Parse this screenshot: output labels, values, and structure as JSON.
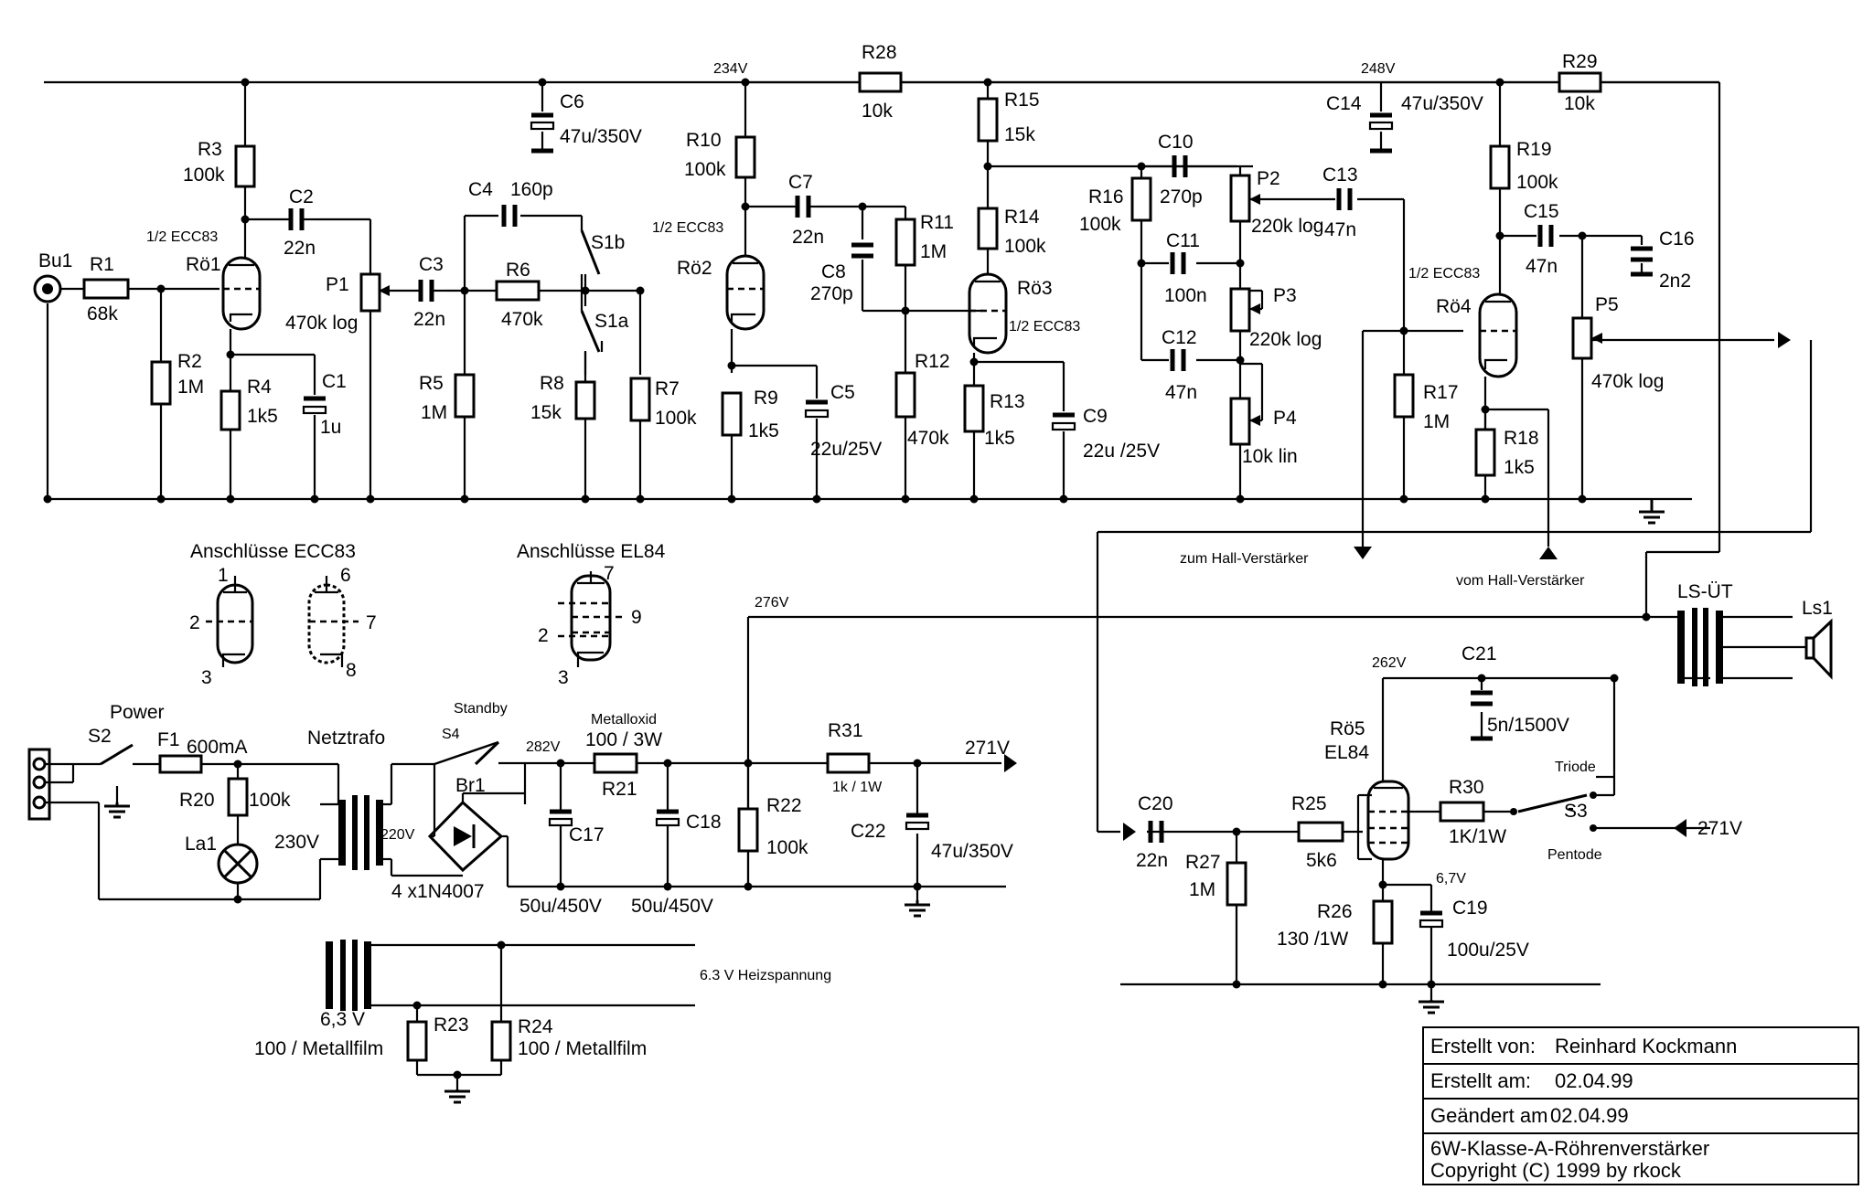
{
  "title_block": {
    "created_by_label": "Erstellt von:",
    "created_by_value": "Reinhard Kockmann",
    "created_on_label": "Erstellt am:",
    "created_on_value": "02.04.99",
    "changed_label": "Geändert am",
    "changed_value": "02.04.99",
    "project_line1": "6W-Klasse-A-Röhrenverstärker",
    "project_line2": "Copyright (C) 1999 by rkock"
  },
  "voltages": {
    "v234": "234V",
    "v248": "248V",
    "v276": "276V",
    "v282": "282V",
    "v271a": "271V",
    "v271b": "271V",
    "v262": "262V",
    "v67": "6,7V",
    "v220": "220V",
    "v230": "230V",
    "v63": "6,3 V"
  },
  "notes": {
    "to_reverb": "zum Hall-Verstärker",
    "from_reverb": "vom Hall-Verstärker",
    "heater": "6.3 V Heizspannung",
    "pins_ecc83": "Anschlüsse ECC83",
    "pins_el84": "Anschlüsse EL84",
    "ecc_p1": "1",
    "ecc_p2": "2",
    "ecc_p3": "3",
    "ecc_p6": "6",
    "ecc_p7": "7",
    "ecc_p8": "8",
    "el_p7": "7",
    "el_p2": "2",
    "el_p9": "9",
    "el_p3": "3"
  },
  "labels": {
    "bu1": "Bu1",
    "r1": "R1",
    "r1v": "68k",
    "r2": "R2",
    "r2v": "1M",
    "r3": "R3",
    "r3v": "100k",
    "r4": "R4",
    "r4v": "1k5",
    "c1": "C1",
    "c1v": "1u",
    "c2": "C2",
    "c2v": "22n",
    "ro1": "Rö1",
    "ecc1": "1/2 ECC83",
    "p1": "P1",
    "p1v": "470k log",
    "c3": "C3",
    "c3v": "22n",
    "c4": "C4",
    "c4v": "160p",
    "r5": "R5",
    "r5v": "1M",
    "r6": "R6",
    "r6v": "470k",
    "s1b": "S1b",
    "s1a": "S1a",
    "r8": "R8",
    "r8v": "15k",
    "r7": "R7",
    "r7v": "100k",
    "c6": "C6",
    "c6v": "47u/350V",
    "r10": "R10",
    "r10v": "100k",
    "ecc2": "1/2 ECC83",
    "ro2": "Rö2",
    "c7": "C7",
    "c7v": "22n",
    "c8": "C8",
    "c8v": "270p",
    "r9": "R9",
    "r9v": "1k5",
    "c5": "C5",
    "c5v": "22u/25V",
    "r28": "R28",
    "r28v": "10k",
    "r11": "R11",
    "r11v": "1M",
    "r12": "R12",
    "r12v": "470k",
    "r15": "R15",
    "r15v": "15k",
    "r14": "R14",
    "r14v": "100k",
    "ro3": "Rö3",
    "ecc3": "1/2 ECC83",
    "r13": "R13",
    "r13v": "1k5",
    "c9": "C9",
    "c9v": "22u /25V",
    "r16": "R16",
    "r16v": "100k",
    "c10": "C10",
    "c10v": "270p",
    "c11": "C11",
    "c11v": "100n",
    "c12": "C12",
    "c12v": "47n",
    "p2": "P2",
    "p2v": "220k log",
    "p3": "P3",
    "p3v": "220k log",
    "p4": "P4",
    "p4v": "10k lin",
    "c13": "C13",
    "c13v": "47n",
    "c14": "C14",
    "c14v": "47u/350V",
    "r29": "R29",
    "r29v": "10k",
    "r19": "R19",
    "r19v": "100k",
    "c15": "C15",
    "c15v": "47n",
    "c16": "C16",
    "c16v": "2n2",
    "ecc4": "1/2 ECC83",
    "ro4": "Rö4",
    "p5": "P5",
    "p5v": "470k log",
    "r17": "R17",
    "r17v": "1M",
    "r18": "R18",
    "r18v": "1k5",
    "power": "Power",
    "s2": "S2",
    "f1": "F1",
    "f1v": "600mA",
    "r20": "R20",
    "r20v": "100k",
    "la1": "La1",
    "netztrafo": "Netztrafo",
    "standby": "Standby",
    "s4": "S4",
    "br1": "Br1",
    "br1v": "4 x1N4007",
    "c17": "C17",
    "c17v": "50u/450V",
    "metalloxid": "Metalloxid",
    "r21": "R21",
    "r21v": "100 / 3W",
    "c18": "C18",
    "c18v": "50u/450V",
    "r22": "R22",
    "r22v": "100k",
    "r31": "R31",
    "r31v": "1k / 1W",
    "c22": "C22",
    "c22v": "47u/350V",
    "lsut": "LS-ÜT",
    "ls1": "Ls1",
    "c21": "C21",
    "c21v": "5n/1500V",
    "ro5": "Rö5",
    "el84": "EL84",
    "r30": "R30",
    "r30v": "1K/1W",
    "triode": "Triode",
    "s3": "S3",
    "pentode": "Pentode",
    "c20": "C20",
    "c20v": "22n",
    "r25": "R25",
    "r25v": "5k6",
    "r27": "R27",
    "r27v": "1M",
    "r26": "R26",
    "r26v": "130 /1W",
    "c19": "C19",
    "c19v": "100u/25V",
    "r23": "R23",
    "r23v": "100 / Metallfilm",
    "r24": "R24",
    "r24v": "100 / Metallfilm"
  }
}
